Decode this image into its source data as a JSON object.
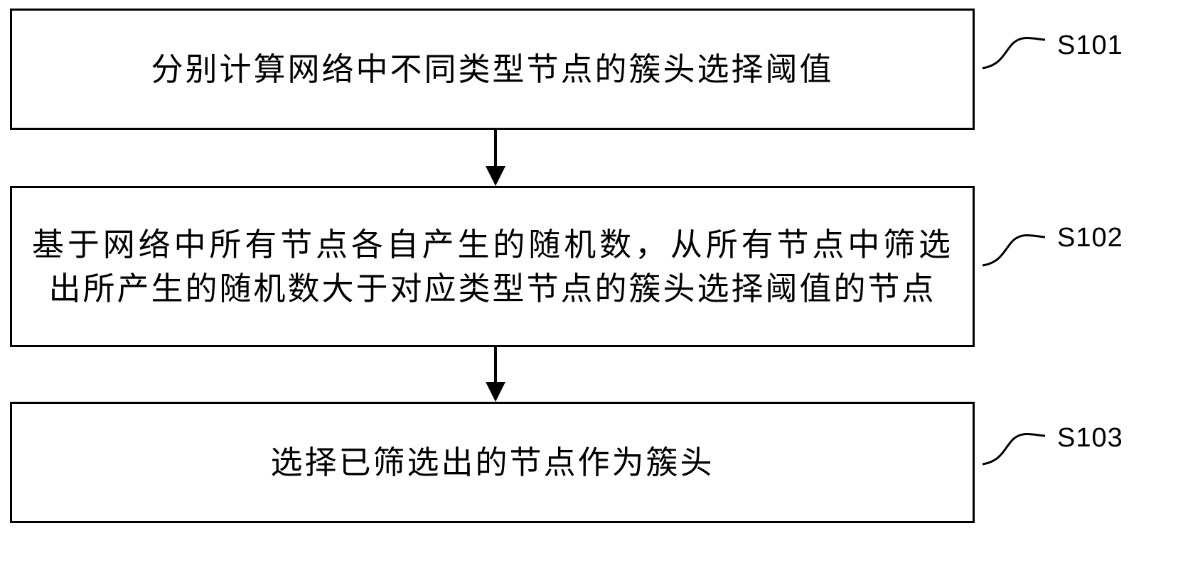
{
  "flowchart": {
    "steps": [
      {
        "id": "S101",
        "text": "分别计算网络中不同类型节点的簇头选择阈值"
      },
      {
        "id": "S102",
        "text": "基于网络中所有节点各自产生的随机数，从所有节点中筛选出所产生的随机数大于对应类型节点的簇头选择阈值的节点"
      },
      {
        "id": "S103",
        "text": "选择已筛选出的节点作为簇头"
      }
    ],
    "line_color": "#000000"
  }
}
